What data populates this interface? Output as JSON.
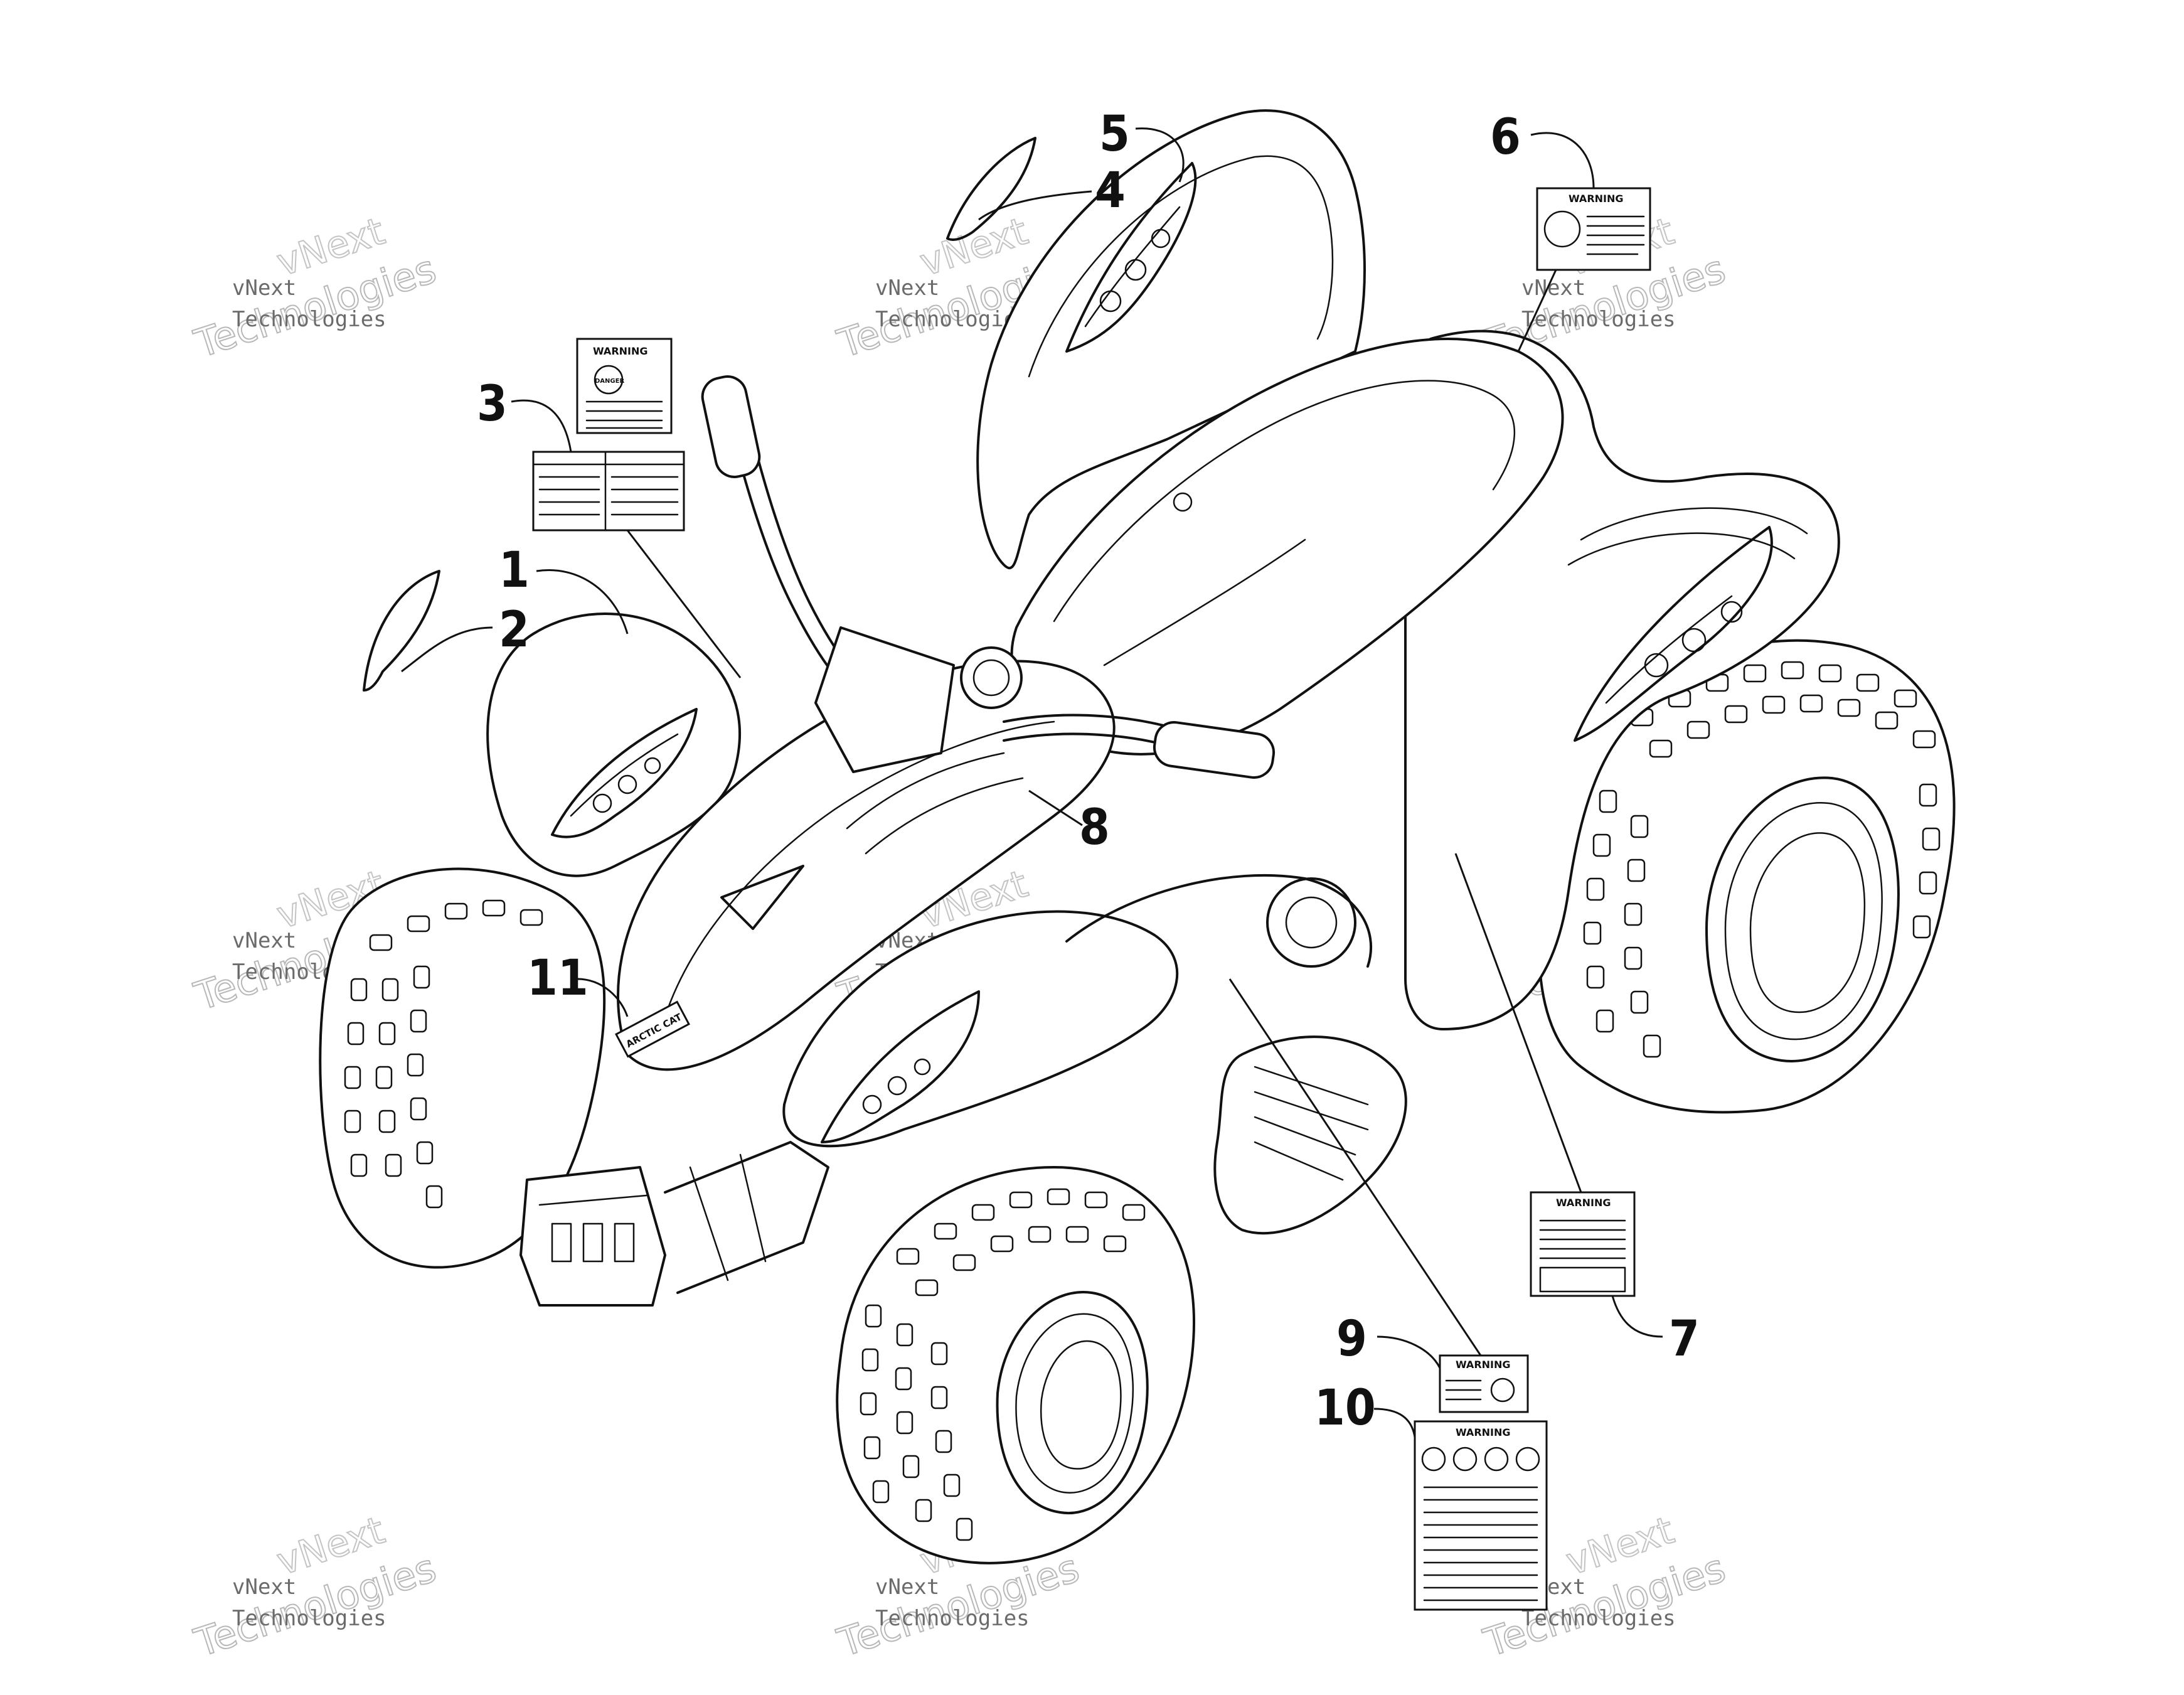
{
  "diagram": {
    "callouts": [
      "1",
      "2",
      "3",
      "4",
      "5",
      "6",
      "7",
      "8",
      "9",
      "10",
      "11"
    ],
    "watermark": {
      "line1": "vNext",
      "line2": "Technologies",
      "ghost": "vNext"
    },
    "labels": {
      "warning": "WARNING",
      "danger": "DANGER",
      "brand": "ARCTIC CAT"
    }
  }
}
